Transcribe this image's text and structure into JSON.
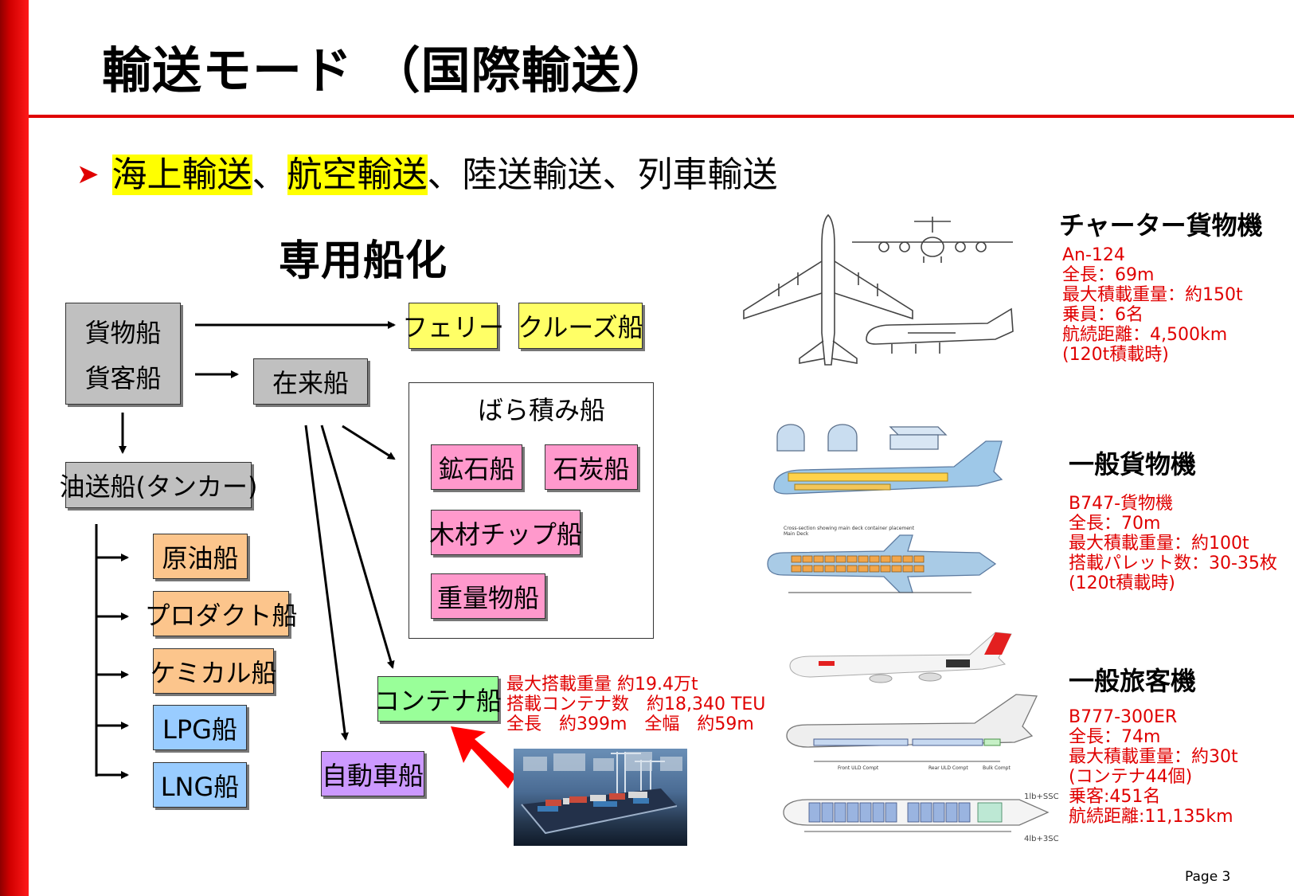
{
  "slide": {
    "title": "輸送モード （国際輸送）",
    "page": "Page 3"
  },
  "modes": {
    "sea": "海上輸送",
    "sep1": "、",
    "air": "航空輸送",
    "sep2": "、",
    "rest": "陸送輸送、列車輸送"
  },
  "ships": {
    "heading": "専用船化",
    "cargo": "貨物船",
    "cargo_passenger": "貨客船",
    "ferry": "フェリー",
    "cruise": "クルーズ船",
    "conventional": "在来船",
    "bulk_title": "ばら積み船",
    "ore": "鉱石船",
    "coal": "石炭船",
    "woodchip": "木材チップ船",
    "heavy": "重量物船",
    "tanker": "油送船(タンカー)",
    "crude": "原油船",
    "product": "プロダクト船",
    "chemical": "ケミカル船",
    "lpg": "LPG船",
    "lng": "LNG船",
    "container": "コンテナ船",
    "car": "自動車船",
    "container_specs": [
      "最大搭載重量 約19.4万t",
      "搭載コンテナ数　約18,340 TEU",
      "全長　約399m　全幅　約59m"
    ]
  },
  "aircraft": [
    {
      "heading": "チャーター貨物機",
      "specs": [
        "An-124",
        "全長：69m",
        "最大積載重量：約150t",
        "乗員：6名",
        "航続距離：4,500km",
        "(120t積載時)"
      ]
    },
    {
      "heading": "一般貨物機",
      "specs": [
        "B747-貨物機",
        "全長：70m",
        "最大積載重量：約100t",
        "搭載パレット数：30-35枚",
        "(120t積載時)"
      ]
    },
    {
      "heading": "一般旅客機",
      "specs": [
        "B777-300ER",
        "全長：74m",
        "最大積載重量：約30t",
        "(コンテナ44個)",
        "乗客:451名",
        "航続距離:11,135km"
      ]
    }
  ],
  "diagram_labels": {
    "fuselage_1": "Front ULD Compt",
    "fuselage_2": "Rear ULD Compt",
    "fuselage_3": "Bulk Compt",
    "seat_1": "1lb+SSC",
    "seat_2": "4lb+3SC",
    "cross_section": "Cross-section showing main deck container placement",
    "main_deck": "Main Deck"
  },
  "colors": {
    "accent_red": "#e00000",
    "highlight": "#ffff00"
  }
}
